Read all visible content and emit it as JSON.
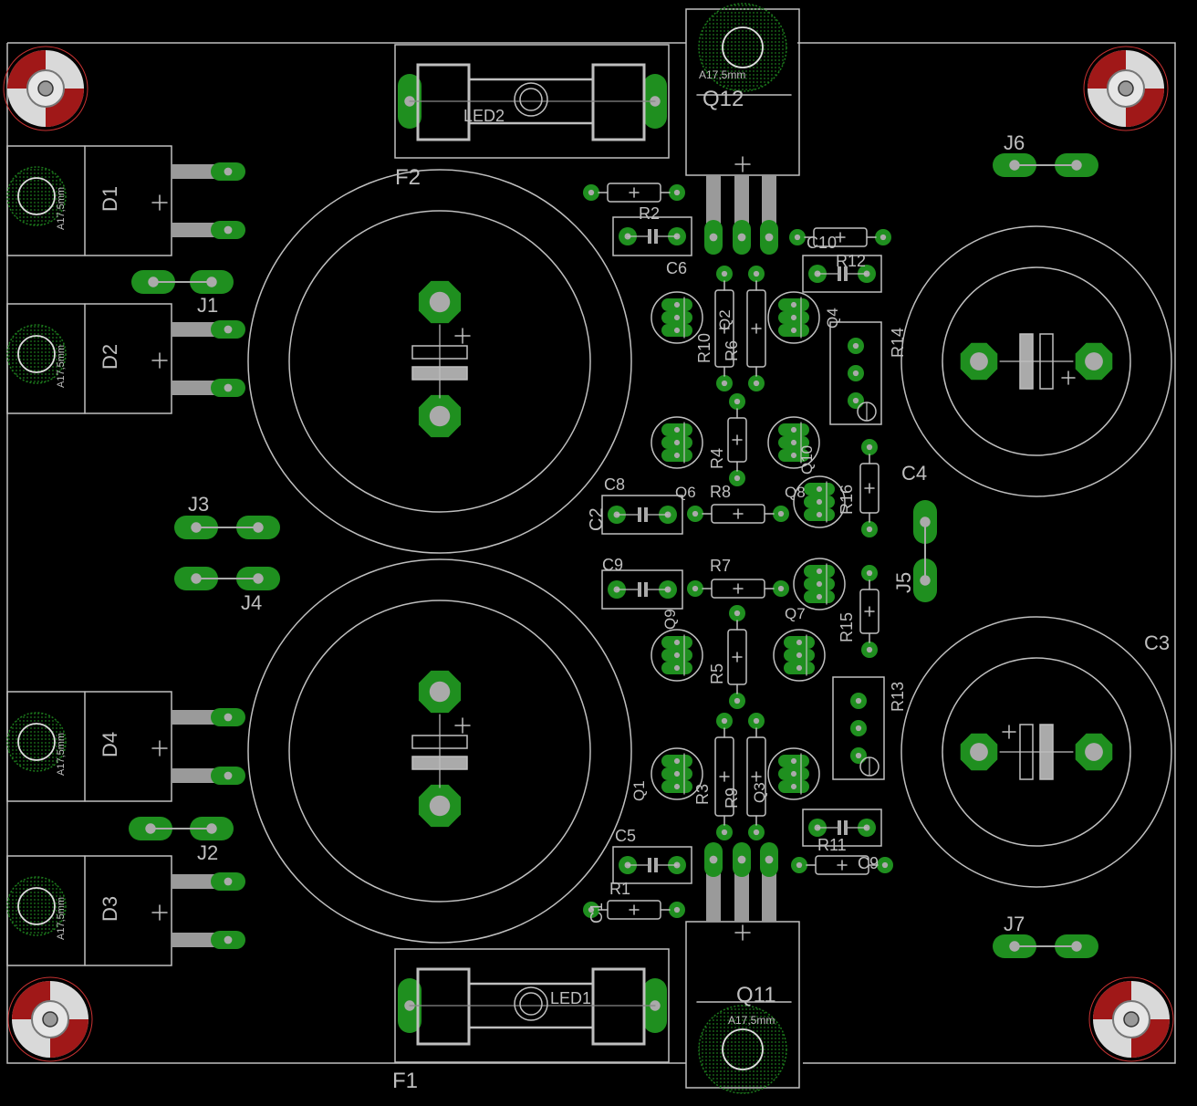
{
  "colors": {
    "background": "#000000",
    "outline": "#bfbfbf",
    "pad": "#1f8f1f",
    "hole": "#aaaaaa",
    "hatch": "#1c7a1c",
    "mount_red": "#c83232",
    "text": "#bfbfbf"
  },
  "labels": {
    "D1": "D1",
    "D2": "D2",
    "D3": "D3",
    "D4": "D4",
    "J1": "J1",
    "J2": "J2",
    "J3": "J3",
    "J4": "J4",
    "J5": "J5",
    "J6": "J6",
    "J7": "J7",
    "F1": "F1",
    "F2": "F2",
    "LED1": "LED1",
    "LED2": "LED2",
    "Q12": "Q12",
    "Q11": "Q11",
    "R1": "R1",
    "R2": "R2",
    "R3": "R3",
    "R4": "R4",
    "R5": "R5",
    "R6": "R6",
    "R7": "R7",
    "R8": "R8",
    "R9": "R9",
    "R10": "R10",
    "R11": "R11",
    "R12": "R12",
    "R13": "R13",
    "R14": "R14",
    "R15": "R15",
    "R16": "R16",
    "C1": "C1",
    "C2": "C2",
    "C3": "C3",
    "C4": "C4",
    "C5": "C5",
    "C6": "C6",
    "C8": "C8",
    "C9": "C9",
    "C10": "C10",
    "Q1": "Q1",
    "Q2": "Q2",
    "Q3": "Q3",
    "Q4": "Q4",
    "Q6": "Q6",
    "Q7": "Q7",
    "Q8": "Q8",
    "Q9": "Q9",
    "Q10": "Q10",
    "heatsink": "A17,5mm"
  }
}
